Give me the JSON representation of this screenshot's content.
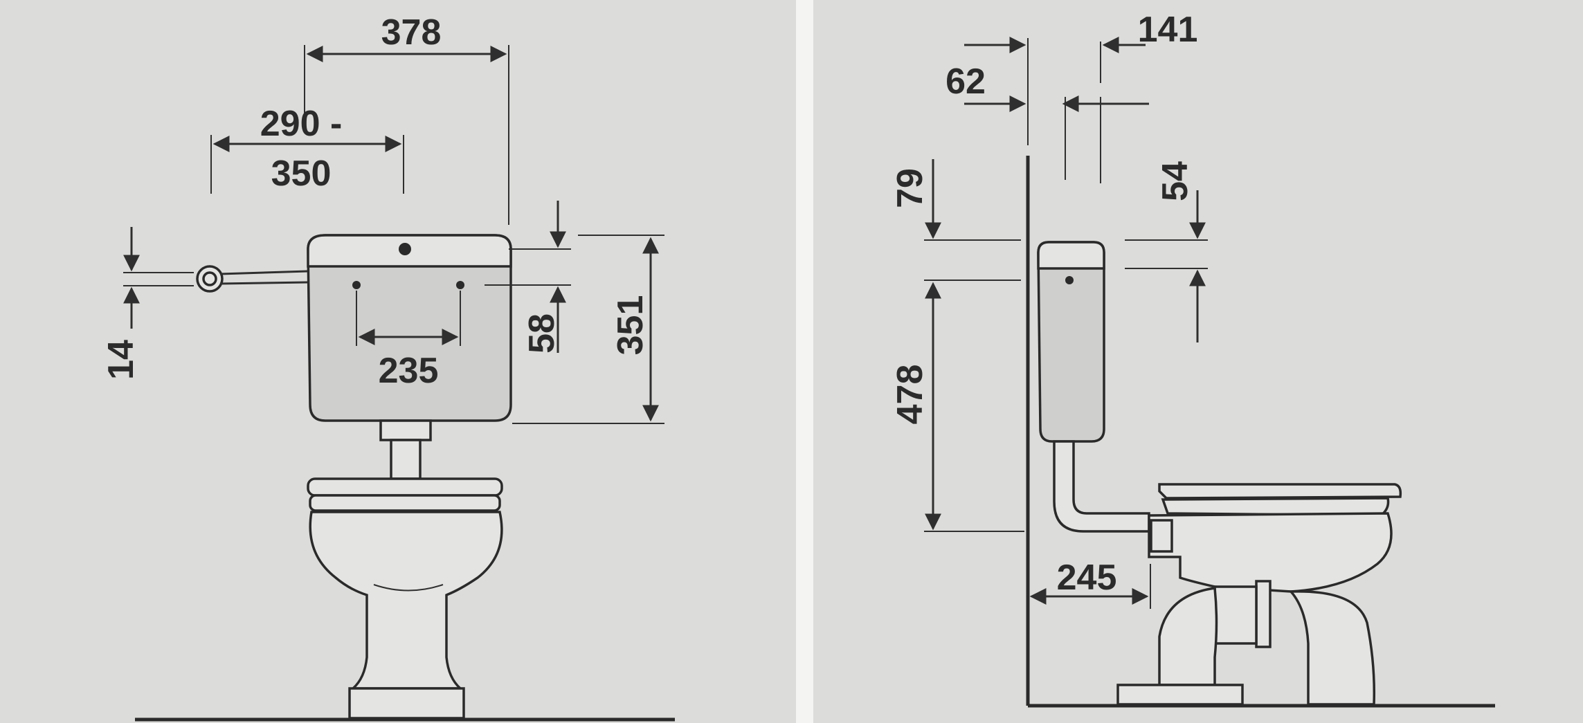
{
  "front_view": {
    "dim_overall_width": "378",
    "dim_bracket_line1": "290 -",
    "dim_bracket_line2": "350",
    "dim_pipe_height": "14",
    "dim_mount_holes": "235",
    "dim_hole_drop": "58",
    "dim_cistern_height": "351"
  },
  "side_view": {
    "dim_wall_gap": "62",
    "dim_depth": "141",
    "dim_top_clearance": "79",
    "dim_holes_offset": "54",
    "dim_mount_height": "478",
    "dim_outlet_distance": "245"
  }
}
